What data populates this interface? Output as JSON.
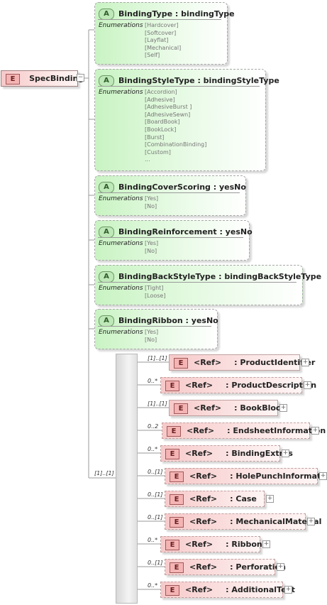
{
  "root": {
    "badge": "E",
    "name": "SpecBinding"
  },
  "enum_label": "Enumerations",
  "attributes": [
    {
      "badge": "A",
      "title": "BindingType : bindingType",
      "values": [
        "[Hardcover]",
        "[Softcover]",
        "[Layflat]",
        "[Mechanical]",
        "[Self]"
      ]
    },
    {
      "badge": "A",
      "title": "BindingStyleType : bindingStyleType",
      "values": [
        "[Accordion]",
        "[Adhesive]",
        "[AdhesiveBurst ]",
        "[AdhesiveSewn]",
        "[BoardBook]",
        "[BookLock]",
        "[Burst]",
        "[CombinationBinding]",
        "[Custom]",
        "..."
      ]
    },
    {
      "badge": "A",
      "title": "BindingCoverScoring : yesNo",
      "values": [
        "[Yes]",
        "[No]"
      ]
    },
    {
      "badge": "A",
      "title": "BindingReinforcement : yesNo",
      "values": [
        "[Yes]",
        "[No]"
      ]
    },
    {
      "badge": "A",
      "title": "BindingBackStyleType : bindingBackStyleType",
      "values": [
        "[Tight]",
        "[Loose]"
      ]
    },
    {
      "badge": "A",
      "title": "BindingRibbon : yesNo",
      "values": [
        "[Yes]",
        "[No]"
      ]
    }
  ],
  "sequence_card": "[1]..[1]",
  "children": [
    {
      "card": "[1]..[1]",
      "badge": "E",
      "ref": "<Ref>",
      "name": ": ProductIdentifier"
    },
    {
      "card": "0..*",
      "badge": "E",
      "ref": "<Ref>",
      "name": ": ProductDescription"
    },
    {
      "card": "[1]..[1]",
      "badge": "E",
      "ref": "<Ref>",
      "name": ": BookBlock"
    },
    {
      "card": "0..2",
      "badge": "E",
      "ref": "<Ref>",
      "name": ": EndsheetInformation"
    },
    {
      "card": "0..*",
      "badge": "E",
      "ref": "<Ref>",
      "name": ": BindingExtras"
    },
    {
      "card": "0..[1]",
      "badge": "E",
      "ref": "<Ref>",
      "name": ": HolePunchInformation"
    },
    {
      "card": "0..[1]",
      "badge": "E",
      "ref": "<Ref>",
      "name": ": Case"
    },
    {
      "card": "0..[1]",
      "badge": "E",
      "ref": "<Ref>",
      "name": ": MechanicalMaterial"
    },
    {
      "card": "0..*",
      "badge": "E",
      "ref": "<Ref>",
      "name": ": Ribbon"
    },
    {
      "card": "0..[1]",
      "badge": "E",
      "ref": "<Ref>",
      "name": ": Perforation"
    },
    {
      "card": "0..*",
      "badge": "E",
      "ref": "<Ref>",
      "name": ": AdditionalText"
    }
  ],
  "expand_symbol": "+",
  "collapse_symbol": "−"
}
